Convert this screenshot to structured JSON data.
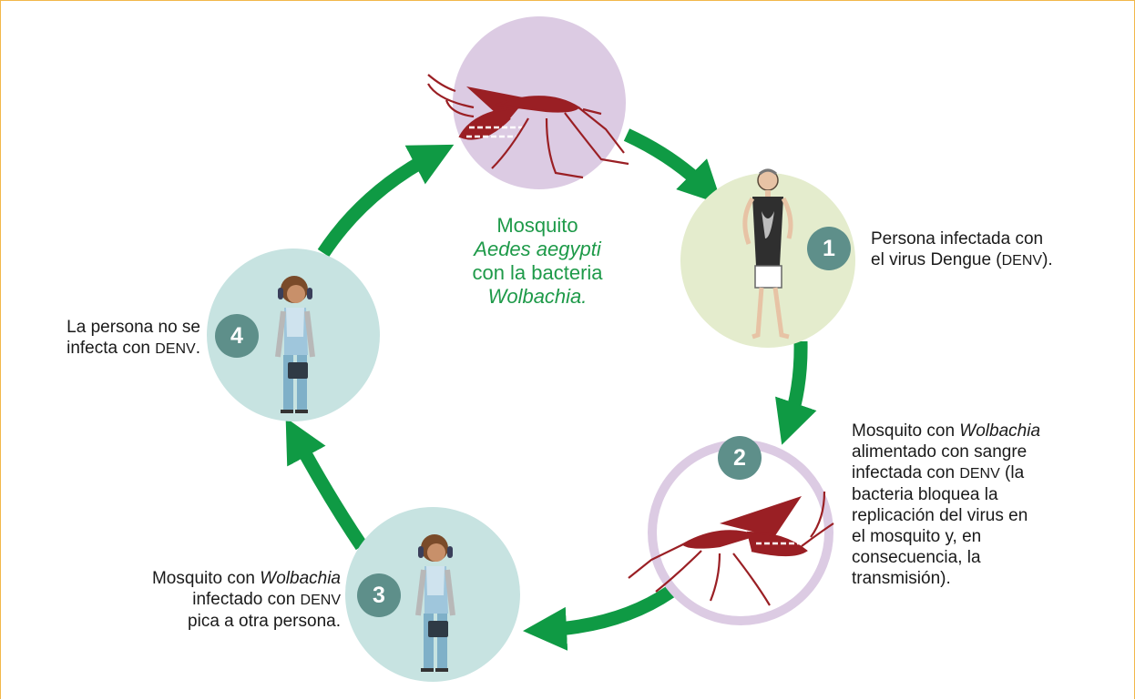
{
  "center": {
    "line1": "Mosquito",
    "line2": "Aedes aegypti",
    "line3": "con la bacteria",
    "line4": "Wolbachia."
  },
  "steps": [
    {
      "number": "1",
      "line1": "Persona infectada con",
      "line2_pre": "el virus Dengue (",
      "line2_abbr": "DENV",
      "line2_post": ")."
    },
    {
      "number": "2",
      "l1_pre": "Mosquito con ",
      "l1_it": "Wolbachia",
      "l2": "alimentado con sangre",
      "l3_pre": "infectada con ",
      "l3_abbr": "DENV",
      "l3_post": " (la",
      "l4": "bacteria bloquea la",
      "l5": "replicación del virus en",
      "l6": "el mosquito y, en",
      "l7": "consecuencia, la",
      "l8": "transmisión)."
    },
    {
      "number": "3",
      "l1_pre": "Mosquito con ",
      "l1_it": "Wolbachia",
      "l2_pre": "infectado con ",
      "l2_abbr": "DENV",
      "l3": "pica a otra persona."
    },
    {
      "number": "4",
      "l1": "La persona no se",
      "l2_pre": "infecta con ",
      "l2_abbr": "DENV",
      "l2_post": "."
    }
  ],
  "colors": {
    "arrow": "#0f9a44",
    "mosquito_circle": "#dccbe3",
    "person1_circle": "#e4eccd",
    "person_circle": "#c7e3e1",
    "badge": "#5e8f8a",
    "center_text": "#1e9a49",
    "mosquito": "#9a1f24",
    "frame": "#f2b84a"
  },
  "icons": [
    "mosquito-icon",
    "thin-man-icon",
    "boy-headphones-icon"
  ]
}
